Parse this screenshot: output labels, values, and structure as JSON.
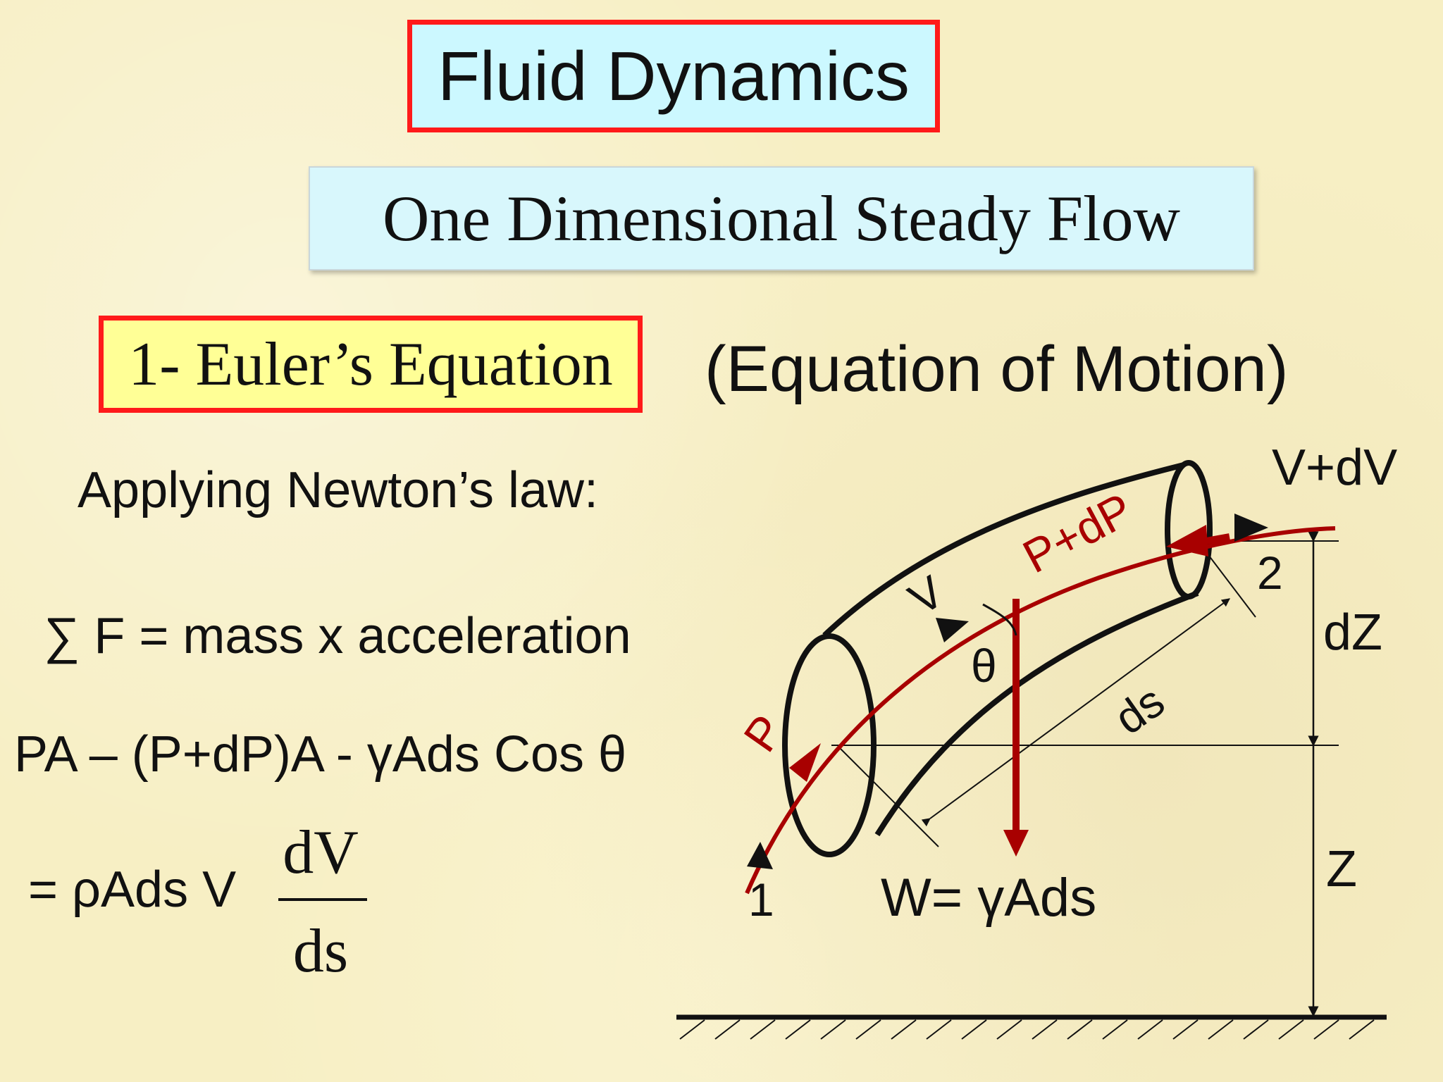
{
  "slide": {
    "title": "Fluid Dynamics",
    "subtitle": "One Dimensional Steady Flow",
    "section_title": "1- Euler’s Equation",
    "section_subtitle": "(Equation of Motion)"
  },
  "equations": {
    "newton_intro": "Applying Newton’s law:",
    "sum_forces": "∑ F = mass x acceleration",
    "force_terms": "PA – (P+dP)A - γAds Cos θ",
    "equals_term": "= ρAds V",
    "fraction_numerator": "dV",
    "fraction_denominator": "ds"
  },
  "diagram": {
    "labels": {
      "outlet_velocity": "V+dV",
      "outlet_pressure": "P+dP",
      "velocity": "V",
      "angle": "θ",
      "inlet_pressure": "P",
      "length_element": "ds",
      "weight": "W= γAds",
      "section_1": "1",
      "section_2": "2",
      "height_change": "dZ",
      "elevation": "Z"
    },
    "colors": {
      "arrow_red": "#a80000",
      "outline": "#111111"
    }
  }
}
